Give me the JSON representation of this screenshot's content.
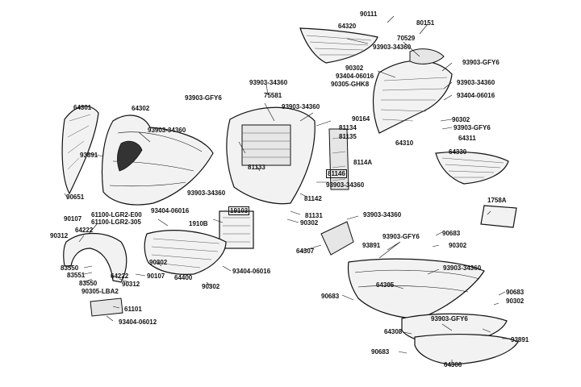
{
  "diagram": {
    "labels": {
      "p90111": "90111",
      "p80151": "80151",
      "p64320": "64320",
      "p70529": "70529",
      "p93903_34360_a": "93903-34360",
      "p93903_gfy6_a": "93903-GFY6",
      "p90302_a": "90302",
      "p93404_06016_a": "93404-06016",
      "p90305_ghk8": "90305-GHK8",
      "p93903_34360_b": "93903-34360",
      "p93404_06016_b": "93404-06016",
      "p93903_34360_c": "93903-34360",
      "p93903_gfy6_b": "93903-GFY6",
      "p75581": "75581",
      "p93903_34360_d": "93903-34360",
      "p90164": "90164",
      "p81134": "81134",
      "p81135": "81135",
      "p90302_b": "90302",
      "p93903_gfy6_c": "93903-GFY6",
      "p64311": "64311",
      "p64310": "64310",
      "p64330": "64330",
      "p64301": "64301",
      "p64302": "64302",
      "p93903_34360_e": "93903-34360",
      "p93891_a": "93891",
      "p90651": "90651",
      "p81133": "81133",
      "p8114a": "8114A",
      "p81146": "81146",
      "p93903_34360_f": "93903-34360",
      "p93903_34360_g": "93903-34360",
      "p81142": "81142",
      "p1758a": "1758A",
      "p90107_a": "90107",
      "p61100_a": "61100-LGR2-E00",
      "p61100_b": "61100-LGR2-305",
      "p93404_06016_c": "93404-06016",
      "p90312_a": "90312",
      "p64222_a": "64222",
      "p1910b": "1910B",
      "p19103": "19103",
      "p81131": "81131",
      "p90302_c": "90302",
      "p93903_34360_h": "93903-34360",
      "p90683_a": "90683",
      "p93903_gfy6_d": "93903-GFY6",
      "p93891_b": "93891",
      "p90302_d": "90302",
      "p64307": "64307",
      "p93903_34360_i": "93903-34360",
      "p83550_a": "83550",
      "p83551": "83551",
      "p83550_b": "83550",
      "p90305_lba2": "90305-LBA2",
      "p64222_b": "64222",
      "p90312_b": "90312",
      "p90107_b": "90107",
      "p90302_e": "90302",
      "p64400": "64400",
      "p93404_06016_d": "93404-06016",
      "p90302_f": "90302",
      "p64305": "64305",
      "p90683_b": "90683",
      "p90683_c": "90683",
      "p90302_g": "90302",
      "p61101": "61101",
      "p93404_06012": "93404-06012",
      "p93903_gfy6_e": "93903-GFY6",
      "p64308": "64308",
      "p93891_c": "93891",
      "p90683_d": "90683",
      "p64306": "64306"
    }
  }
}
